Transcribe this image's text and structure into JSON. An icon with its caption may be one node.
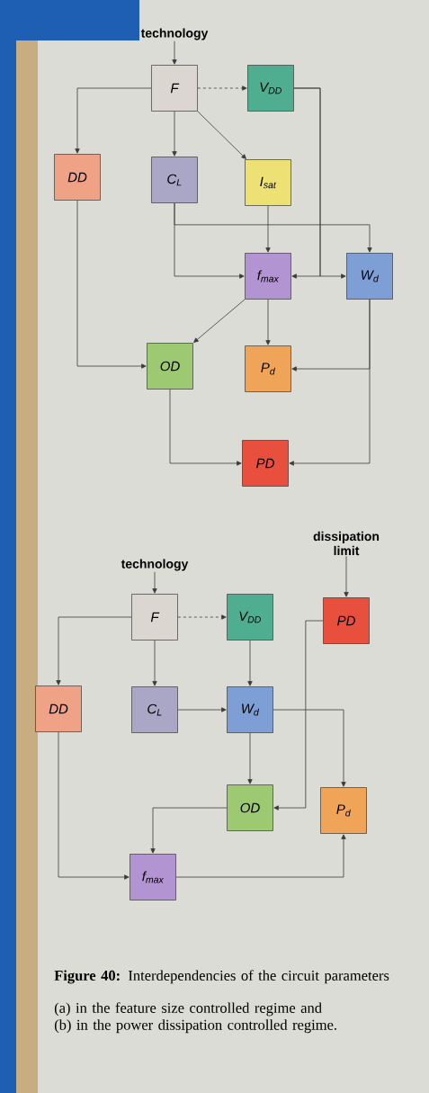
{
  "diagram": {
    "caption": "**Figure 40:** Interdependencies of the circuit parameters",
    "nodes": [
      {
        "text": [
          "technology"
        ]
      },
      {
        "text": [
          "F"
        ]
      },
      {
        "text": [
          "V$_{DD}$"
        ]
      },
      {
        "text": [
          "DD"
        ]
      },
      {
        "text": [
          "C$_{L}$"
        ]
      },
      {
        "text": [
          "I$_{sat}$"
        ]
      },
      {
        "text": [
          "f$_{max}$"
        ]
      },
      {
        "text": [
          "W$_{d}$"
        ]
      },
      {
        "text": [
          "OD"
        ]
      },
      {
        "text": [
          "P$_{d}$"
        ]
      },
      {
        "text": [
          "PD"
        ]
      },
      {
        "text": [
          "technology"
        ]
      },
      {
        "text": [
          "dissipation limit"
        ]
      },
      {
        "text": [
          "F"
        ]
      },
      {
        "text": [
          "V$_{DD}$"
        ]
      },
      {
        "text": [
          "PD"
        ]
      },
      {
        "text": [
          "DD"
        ]
      },
      {
        "text": [
          "C$_{L}$"
        ]
      },
      {
        "text": [
          "W$_{d}$"
        ]
      },
      {
        "text": [
          "OD"
        ]
      },
      {
        "text": [
          "P$_{d}$"
        ]
      },
      {
        "text": [
          "f$_{max}$"
        ]
      }
    ],
    "edges": [
      {
        "from": 0,
        "to": 1,
        "arrow": "to"
      },
      {
        "from": 1,
        "to": 2,
        "arrow": "to",
        "style": "dashed"
      },
      {
        "from": 1,
        "to": 3,
        "arrow": "to"
      },
      {
        "from": 1,
        "to": 4,
        "arrow": "to"
      },
      {
        "from": 1,
        "to": 5,
        "arrow": "to"
      },
      {
        "from": 5,
        "to": 6,
        "arrow": "to"
      },
      {
        "from": 4,
        "to": 6,
        "arrow": "to"
      },
      {
        "from": 4,
        "to": 7,
        "arrow": "to"
      },
      {
        "from": 2,
        "to": 6,
        "arrow": "to"
      },
      {
        "from": 2,
        "to": 7,
        "arrow": "to"
      },
      {
        "from": 6,
        "to": 8,
        "arrow": "to"
      },
      {
        "from": 6,
        "to": 9,
        "arrow": "to"
      },
      {
        "from": 3,
        "to": 8,
        "arrow": "to"
      },
      {
        "from": 7,
        "to": 9,
        "arrow": "to"
      },
      {
        "from": 7,
        "to": 10,
        "arrow": "to"
      },
      {
        "from": 8,
        "to": 10,
        "arrow": "to"
      },
      {
        "from": 11,
        "to": 13,
        "arrow": "to"
      },
      {
        "from": 12,
        "to": 15,
        "arrow": "to"
      },
      {
        "from": 13,
        "to": 14,
        "arrow": "to",
        "style": "dashed"
      },
      {
        "from": 13,
        "to": 16,
        "arrow": "to"
      },
      {
        "from": 13,
        "to": 17,
        "arrow": "to"
      },
      {
        "from": 14,
        "to": 18,
        "arrow": "to"
      },
      {
        "from": 17,
        "to": 18,
        "arrow": "to"
      },
      {
        "from": 18,
        "to": 19,
        "arrow": "to"
      },
      {
        "from": 18,
        "to": 20,
        "arrow": "to"
      },
      {
        "from": 15,
        "to": 19,
        "arrow": "to"
      },
      {
        "from": 19,
        "to": 21,
        "arrow": "to"
      },
      {
        "from": 16,
        "to": 21,
        "arrow": "to"
      },
      {
        "from": 21,
        "to": 20,
        "arrow": "to"
      }
    ],
    "labels": [
      "(a) in the feature size controlled regime and",
      "(b) in the power dissipation controlled regime."
    ]
  }
}
